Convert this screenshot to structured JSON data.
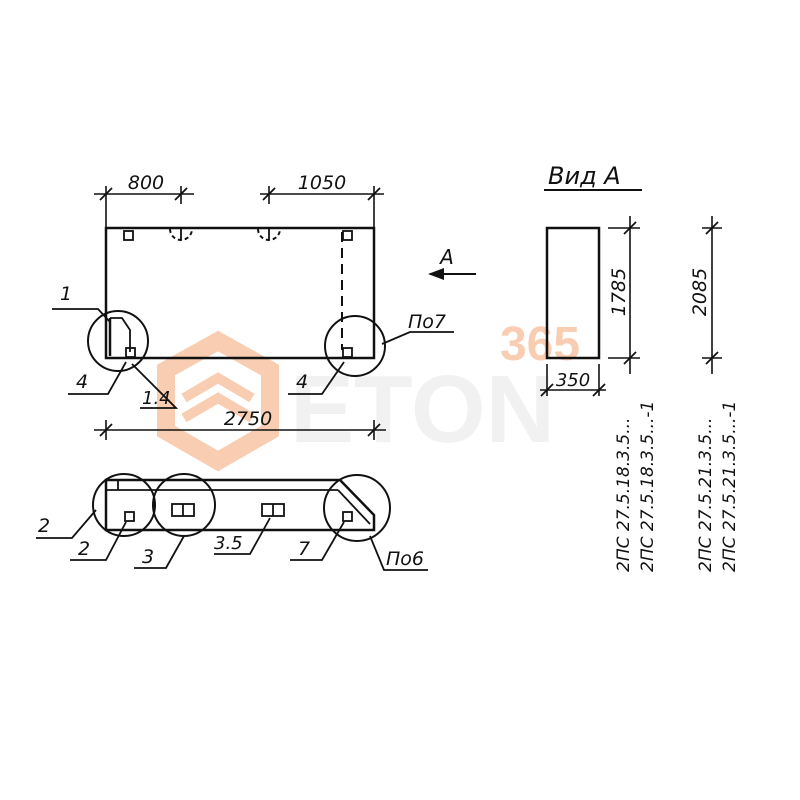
{
  "dimensions": {
    "left_span": "800",
    "right_span": "1050",
    "total_length": "2750",
    "height_short": "1785",
    "height_tall": "2085",
    "thickness": "350"
  },
  "labels": {
    "view_direction": "A",
    "view_title": "Вид А",
    "item_1": "1",
    "item_4_left": "4",
    "item_1_4": "1.4",
    "item_4_right": "4",
    "per7": "По7",
    "item_2_outer": "2",
    "item_2_inner": "2",
    "item_3": "3",
    "item_3_5": "3.5",
    "item_7": "7",
    "per6": "По6"
  },
  "marks": {
    "short_a": "2ПС 27.5.18.3.5...",
    "short_b": "2ПС 27.5.18.3.5...-1",
    "tall_a": "2ПС 27.5.21.3.5...",
    "tall_b": "2ПС 27.5.21.3.5...-1"
  },
  "watermark": {
    "digits": "365",
    "word": "ETON",
    "color_orange": "#f4a673",
    "color_gray": "#e6e6e6"
  }
}
